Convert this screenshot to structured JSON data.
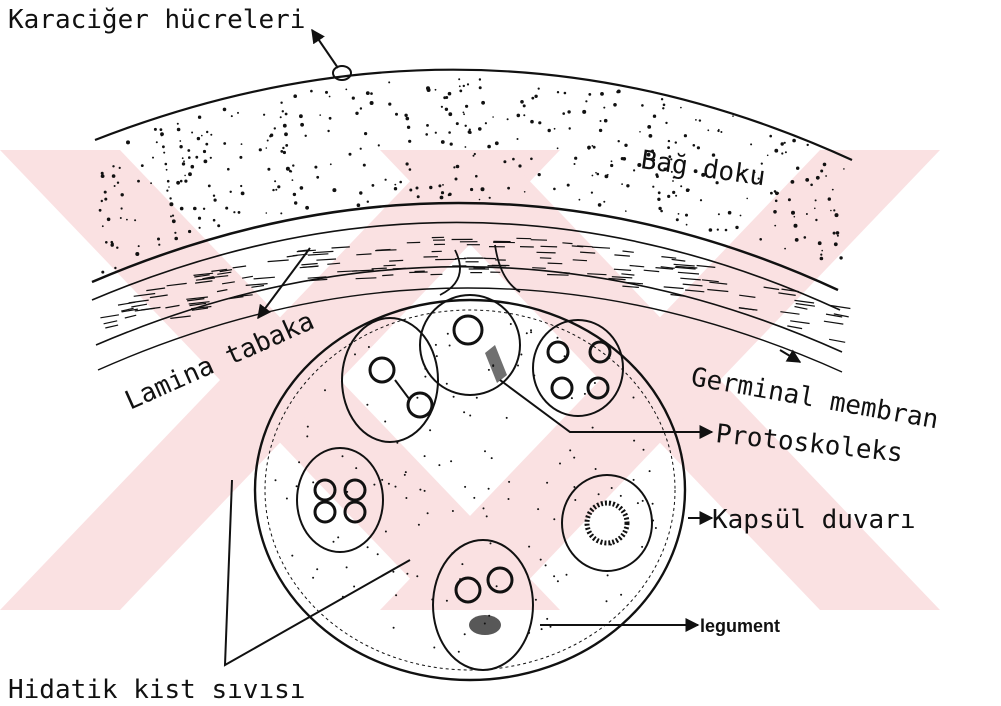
{
  "diagram": {
    "labels": {
      "liver_cells": "Karaciğer hücreleri",
      "connective_tissue": "Bağ doku",
      "lamina_layer": "Lamina tabaka",
      "germinal_membrane": "Germinal membran",
      "protoscolex": "Protoskoleks",
      "capsule_wall": "Kapsül duvarı",
      "tegument": "legument",
      "hydatid_cyst_fluid": "Hidatik kist sıvısı"
    },
    "colors": {
      "ink": "#111111",
      "watermark": "#f7c9cc"
    }
  }
}
